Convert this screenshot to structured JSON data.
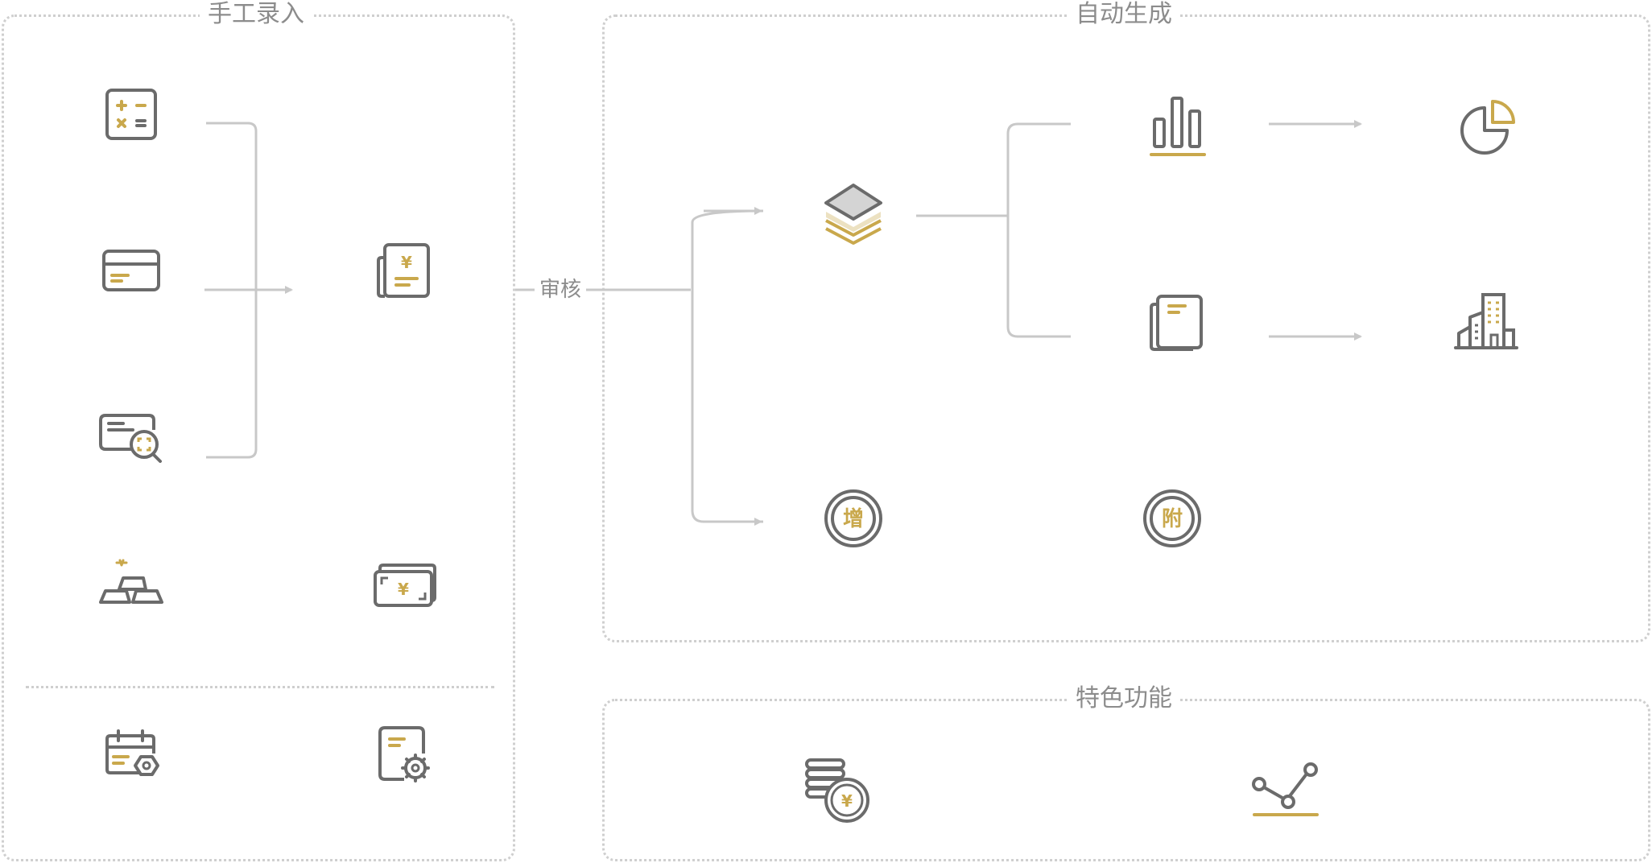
{
  "colors": {
    "stroke": "#6b6b6b",
    "accent": "#c9a84c",
    "connector": "#c8c8c8",
    "border": "#cfcfcf",
    "label": "#8c8c8c"
  },
  "panels": {
    "manual_entry": {
      "title": "手工录入"
    },
    "auto_generate": {
      "title": "自动生成"
    },
    "special_features": {
      "title": "特色功能"
    }
  },
  "edge_labels": {
    "review": "审核"
  },
  "icons": {
    "calculator": {
      "icon": "calculator-icon"
    },
    "bank_card": {
      "icon": "bank-card-icon"
    },
    "card_scan": {
      "icon": "card-scan-icon"
    },
    "gold_bars": {
      "icon": "gold-bars-icon"
    },
    "voucher": {
      "icon": "yuan-document-icon",
      "glyph": "¥"
    },
    "banknote": {
      "icon": "banknote-icon",
      "glyph": "¥"
    },
    "calendar_settings": {
      "icon": "calendar-settings-icon"
    },
    "document_settings": {
      "icon": "document-settings-icon"
    },
    "ledger_layers": {
      "icon": "layers-icon"
    },
    "vat": {
      "icon": "vat-coin-icon",
      "glyph": "增"
    },
    "bar_chart": {
      "icon": "bar-chart-icon"
    },
    "report_doc": {
      "icon": "documents-icon"
    },
    "surtax": {
      "icon": "surtax-coin-icon",
      "glyph": "附"
    },
    "pie_chart": {
      "icon": "pie-chart-icon"
    },
    "buildings": {
      "icon": "buildings-icon"
    },
    "coins_yuan": {
      "icon": "coins-yuan-icon",
      "glyph": "¥"
    },
    "trend_line": {
      "icon": "trend-line-icon"
    }
  }
}
